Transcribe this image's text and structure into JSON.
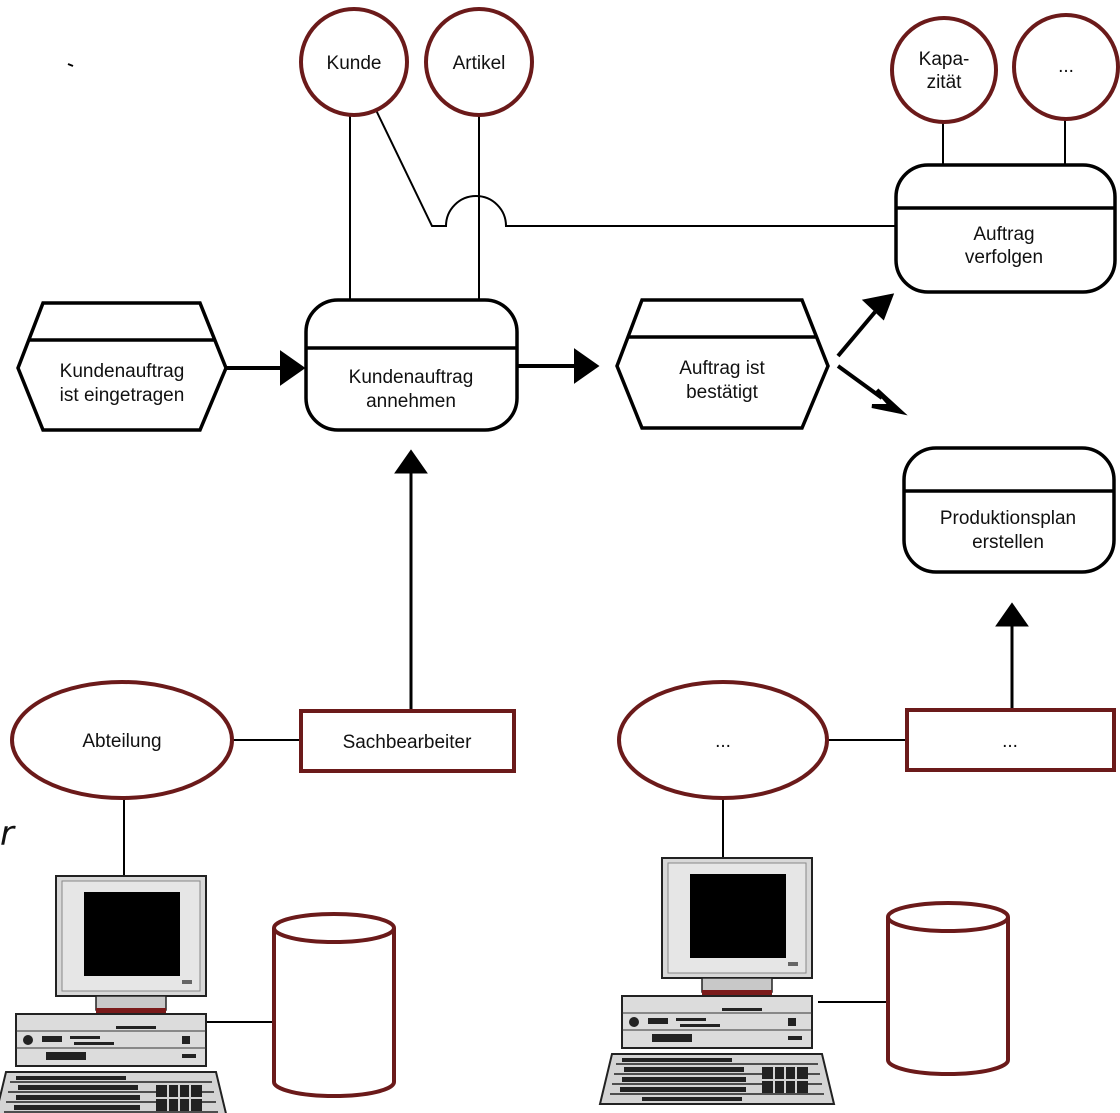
{
  "colors": {
    "circle_outline": "#6b1a1a",
    "shape_outline": "#000000",
    "box_outline": "#6b1a1a",
    "line": "#000000"
  },
  "information_objects": {
    "kunde": "Kunde",
    "artikel": "Artikel",
    "kapazitaet_line1": "Kapa-",
    "kapazitaet_line2": "zität",
    "more": "..."
  },
  "events": {
    "kundenauftrag_eingetragen_line1": "Kundenauftrag",
    "kundenauftrag_eingetragen_line2": "ist eingetragen",
    "auftrag_bestaetigt_line1": "Auftrag ist",
    "auftrag_bestaetigt_line2": "bestätigt"
  },
  "functions": {
    "kundenauftrag_annehmen_line1": "Kundenauftrag",
    "kundenauftrag_annehmen_line2": "annehmen",
    "auftrag_verfolgen_line1": "Auftrag",
    "auftrag_verfolgen_line2": "verfolgen",
    "produktionsplan_line1": "Produktionsplan",
    "produktionsplan_line2": "erstellen"
  },
  "organisation": {
    "abteilung": "Abteilung",
    "sachbearbeiter": "Sachbearbeiter",
    "unit_more": "...",
    "role_more": "..."
  },
  "stray_mark": "r",
  "icons": [
    "computer-workstation-icon",
    "database-cylinder-icon"
  ]
}
